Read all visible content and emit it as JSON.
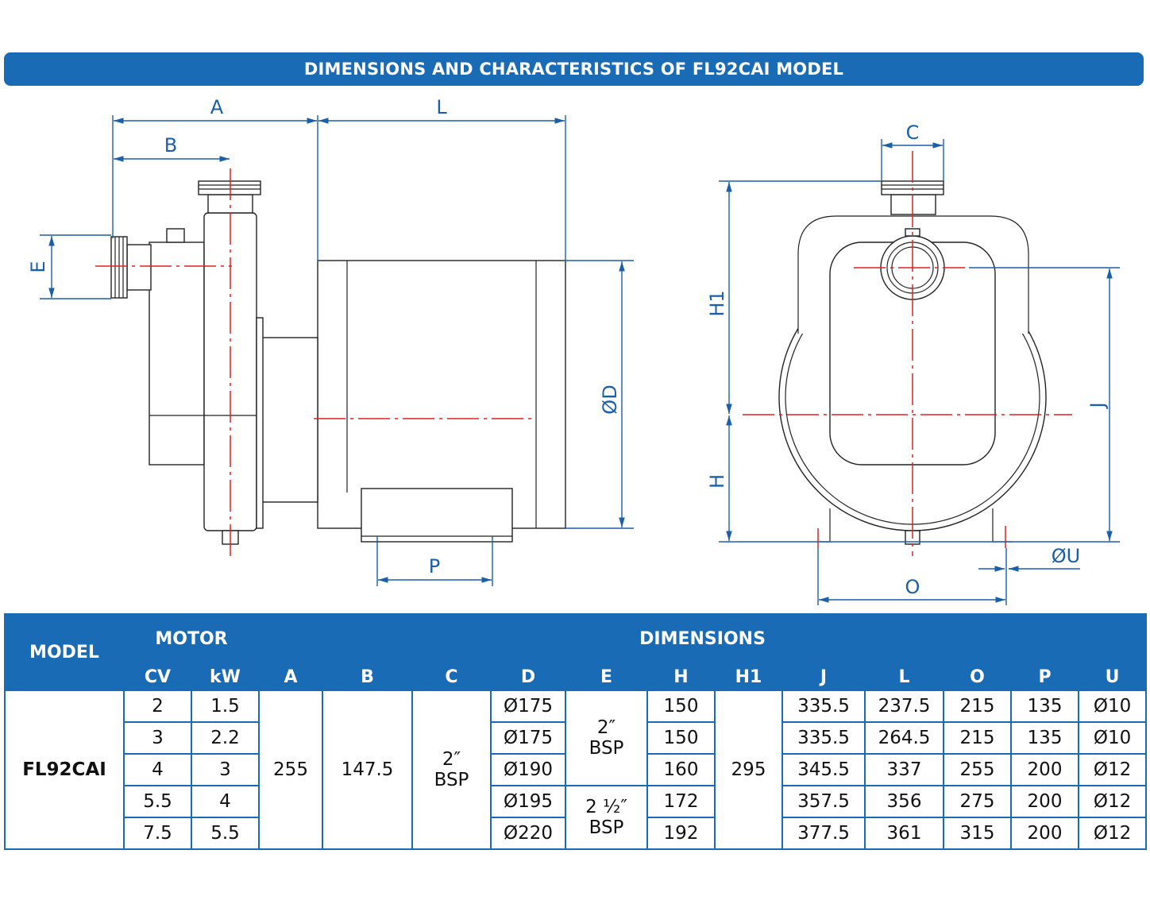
{
  "title": "DIMENSIONS AND CHARACTERISTICS OF FL92CAI MODEL",
  "drawing_labels": {
    "A": "A",
    "L": "L",
    "B": "B",
    "E": "E",
    "D": "ØD",
    "P": "P",
    "C": "C",
    "H1": "H1",
    "H": "H",
    "J": "J",
    "U": "ØU",
    "O": "O"
  },
  "colors": {
    "accent": "#1a6bb5",
    "dimension": "#1a5fa8",
    "centerline": "#e02020"
  },
  "table": {
    "group_headers": {
      "model": "MODEL",
      "motor": "MOTOR",
      "dimensions": "DIMENSIONS"
    },
    "columns": [
      "CV",
      "kW",
      "A",
      "B",
      "C",
      "D",
      "E",
      "H",
      "H1",
      "J",
      "L",
      "O",
      "P",
      "U"
    ],
    "model": "FL92CAI",
    "A": "255",
    "B": "147.5",
    "C": [
      "2″",
      "BSP"
    ],
    "H1": "295",
    "E_groups": [
      [
        "2″",
        "BSP"
      ],
      [
        "2 ½″",
        "BSP"
      ]
    ],
    "rows": [
      {
        "CV": "2",
        "kW": "1.5",
        "D": "Ø175",
        "H": "150",
        "J": "335.5",
        "L": "237.5",
        "O": "215",
        "P": "135",
        "U": "Ø10"
      },
      {
        "CV": "3",
        "kW": "2.2",
        "D": "Ø175",
        "H": "150",
        "J": "335.5",
        "L": "264.5",
        "O": "215",
        "P": "135",
        "U": "Ø10"
      },
      {
        "CV": "4",
        "kW": "3",
        "D": "Ø190",
        "H": "160",
        "J": "345.5",
        "L": "337",
        "O": "255",
        "P": "200",
        "U": "Ø12"
      },
      {
        "CV": "5.5",
        "kW": "4",
        "D": "Ø195",
        "H": "172",
        "J": "357.5",
        "L": "356",
        "O": "275",
        "P": "200",
        "U": "Ø12"
      },
      {
        "CV": "7.5",
        "kW": "5.5",
        "D": "Ø220",
        "H": "192",
        "J": "377.5",
        "L": "361",
        "O": "315",
        "P": "200",
        "U": "Ø12"
      }
    ]
  }
}
